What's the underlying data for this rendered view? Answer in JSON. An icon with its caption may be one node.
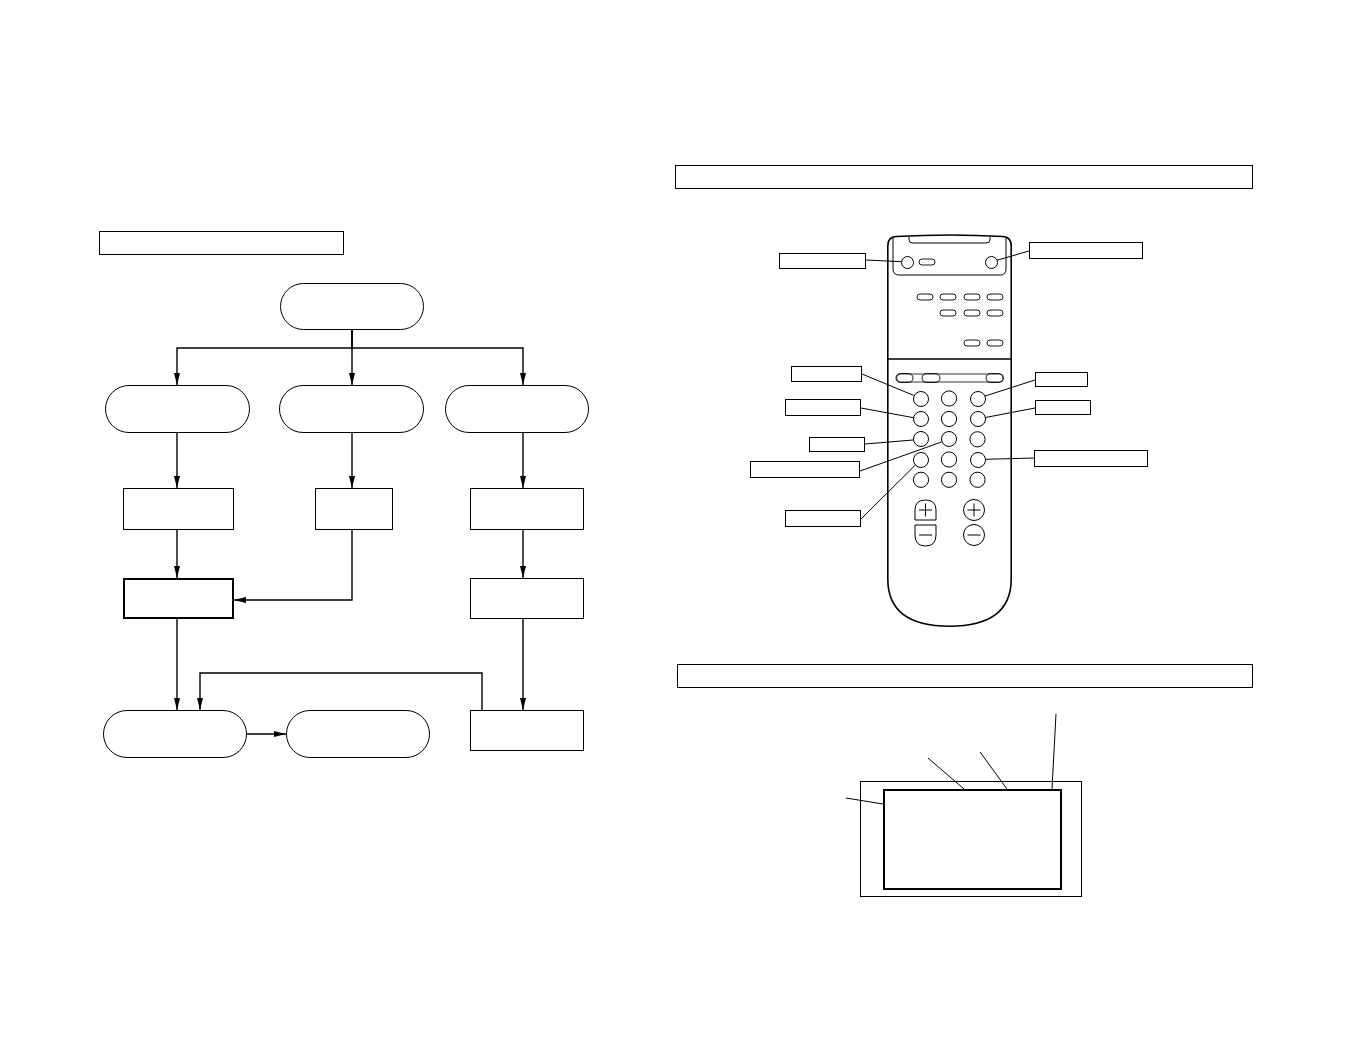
{
  "diagram": {
    "nodes": [
      {
        "text": [],
        "shape": "box"
      },
      {
        "text": [],
        "shape": "oval"
      },
      {
        "text": [],
        "shape": "oval"
      },
      {
        "text": [],
        "shape": "oval"
      },
      {
        "text": [],
        "shape": "oval"
      },
      {
        "text": [],
        "shape": "box"
      },
      {
        "text": [],
        "shape": "box"
      },
      {
        "text": [],
        "shape": "box"
      },
      {
        "text": [],
        "shape": "box"
      },
      {
        "text": [],
        "shape": "box"
      },
      {
        "text": [],
        "shape": "oval"
      },
      {
        "text": [],
        "shape": "oval"
      },
      {
        "text": [],
        "shape": "box"
      },
      {
        "text": [],
        "shape": "box"
      },
      {
        "text": [],
        "shape": "box"
      },
      {
        "text": [],
        "shape": "box"
      },
      {
        "text": [],
        "shape": "picture"
      },
      {
        "text": [],
        "shape": "circle",
        "in": 16
      },
      {
        "text": [],
        "shape": "circle",
        "in": 16
      },
      {
        "text": [],
        "shape": "circle",
        "in": 16
      },
      {
        "text": [],
        "shape": "circle",
        "in": 16
      },
      {
        "text": [],
        "shape": "circle",
        "in": 16
      },
      {
        "text": [],
        "shape": "circle",
        "in": 16
      },
      {
        "text": [],
        "shape": "circle",
        "in": 16
      },
      {
        "text": [],
        "shape": "circle",
        "in": 16
      },
      {
        "text": [],
        "shape": "circle",
        "in": 16
      },
      {
        "text": [],
        "shape": "circle",
        "in": 16
      },
      {
        "text": [],
        "shape": "box"
      },
      {
        "text": [],
        "shape": "box"
      },
      {
        "text": [],
        "shape": "box"
      },
      {
        "text": [],
        "shape": "box"
      },
      {
        "text": [],
        "shape": "box"
      },
      {
        "text": [],
        "shape": "box"
      },
      {
        "text": [],
        "shape": "box"
      },
      {
        "text": [],
        "shape": "box"
      },
      {
        "text": [],
        "shape": "box"
      },
      {
        "text": [],
        "shape": "box"
      },
      {
        "text": [],
        "shape": "box",
        "in": 36
      }
    ],
    "edges": [
      {
        "from": 1,
        "to": 2,
        "arrow": "to"
      },
      {
        "from": 1,
        "to": 3,
        "arrow": "to"
      },
      {
        "from": 1,
        "to": 4,
        "arrow": "to"
      },
      {
        "from": 2,
        "to": 5,
        "arrow": "to"
      },
      {
        "from": 3,
        "to": 6,
        "arrow": "to"
      },
      {
        "from": 4,
        "to": 7,
        "arrow": "to"
      },
      {
        "from": 5,
        "to": 8,
        "arrow": "to"
      },
      {
        "from": 6,
        "to": 8,
        "arrow": "to"
      },
      {
        "from": 7,
        "to": 9,
        "arrow": "to"
      },
      {
        "from": 8,
        "to": 10,
        "arrow": "to"
      },
      {
        "from": 9,
        "to": 12,
        "arrow": "to"
      },
      {
        "from": 12,
        "to": 10,
        "arrow": "to"
      },
      {
        "from": 10,
        "to": 11,
        "arrow": "to"
      },
      {
        "from": 14,
        "to": 17,
        "arrow": "none"
      },
      {
        "from": 15,
        "to": 18,
        "arrow": "none"
      },
      {
        "from": 27,
        "to": 19,
        "arrow": "none"
      },
      {
        "from": 28,
        "to": 20,
        "arrow": "none"
      },
      {
        "from": 29,
        "to": 21,
        "arrow": "none"
      },
      {
        "from": 30,
        "to": 22,
        "arrow": "none"
      },
      {
        "from": 31,
        "to": 23,
        "arrow": "none"
      },
      {
        "from": 32,
        "to": 26,
        "arrow": "none"
      },
      {
        "from": 33,
        "to": 24,
        "arrow": "none"
      },
      {
        "from": 34,
        "to": 25,
        "arrow": "none"
      },
      {
        "from": null,
        "to": 37,
        "arrow": "none"
      },
      {
        "from": null,
        "to": 37,
        "arrow": "none"
      },
      {
        "from": null,
        "to": 37,
        "arrow": "none"
      },
      {
        "from": null,
        "to": 37,
        "arrow": "none"
      }
    ]
  }
}
